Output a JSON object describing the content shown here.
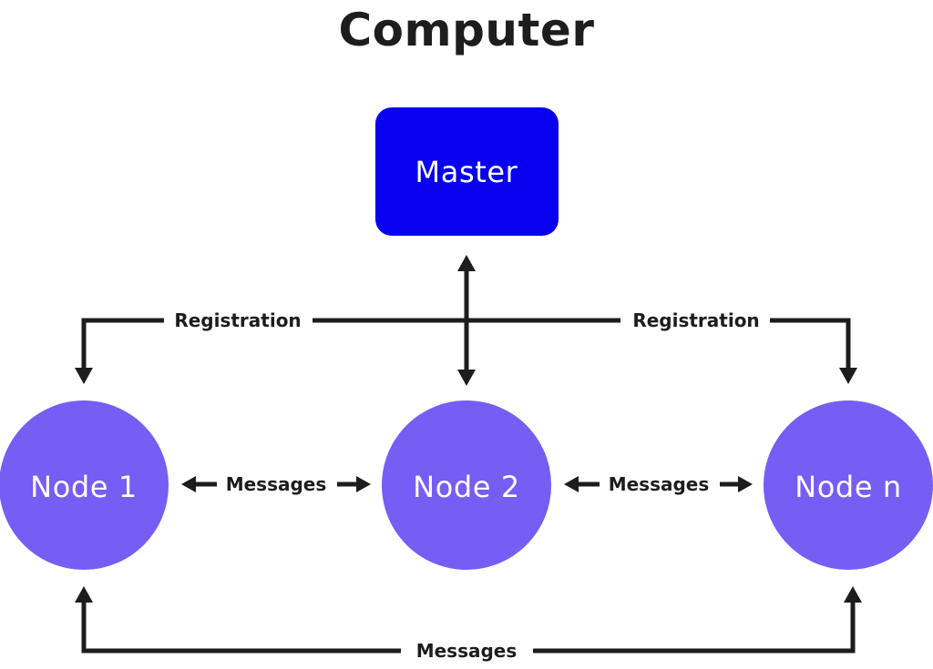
{
  "diagram": {
    "title": "Computer",
    "master": {
      "label": "Master"
    },
    "nodes": [
      {
        "label": "Node 1"
      },
      {
        "label": "Node 2"
      },
      {
        "label": "Node n"
      }
    ],
    "edges": {
      "registration_left": "Registration",
      "registration_right": "Registration",
      "messages_1_2": "Messages",
      "messages_2_n": "Messages",
      "messages_1_n": "Messages"
    },
    "colors": {
      "master_fill": "#0800EE",
      "node_fill": "#765DF4",
      "line": "#1D1D1F",
      "text": "#1D1D1F",
      "node_text": "#FFFFFF"
    }
  }
}
